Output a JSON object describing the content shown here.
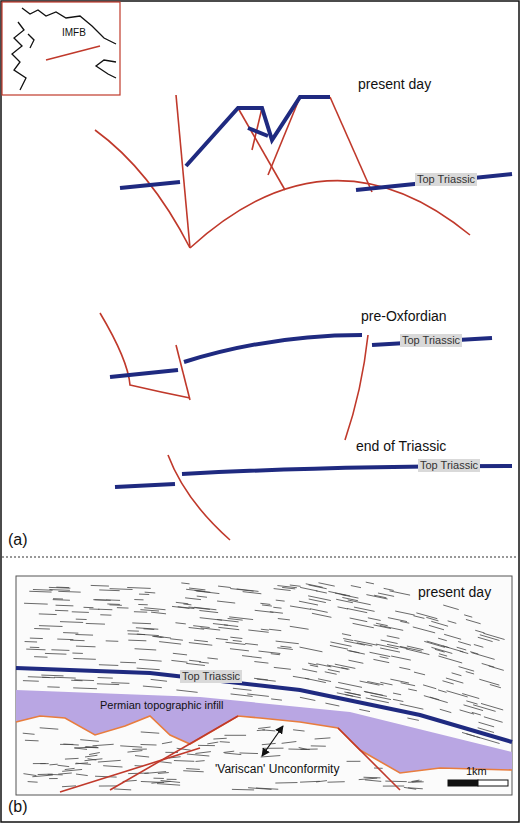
{
  "diagram": {
    "labels": [
      "IMFB",
      "present day",
      "Top Triassic",
      "pre-Oxfordian",
      "Top Triassic",
      "end of Triassic",
      "Top Triassic",
      "(a)",
      "present day",
      "Top Triassic",
      "Permian topographic infill",
      "'Variscan' Unconformity",
      "1km",
      "(b)"
    ]
  }
}
